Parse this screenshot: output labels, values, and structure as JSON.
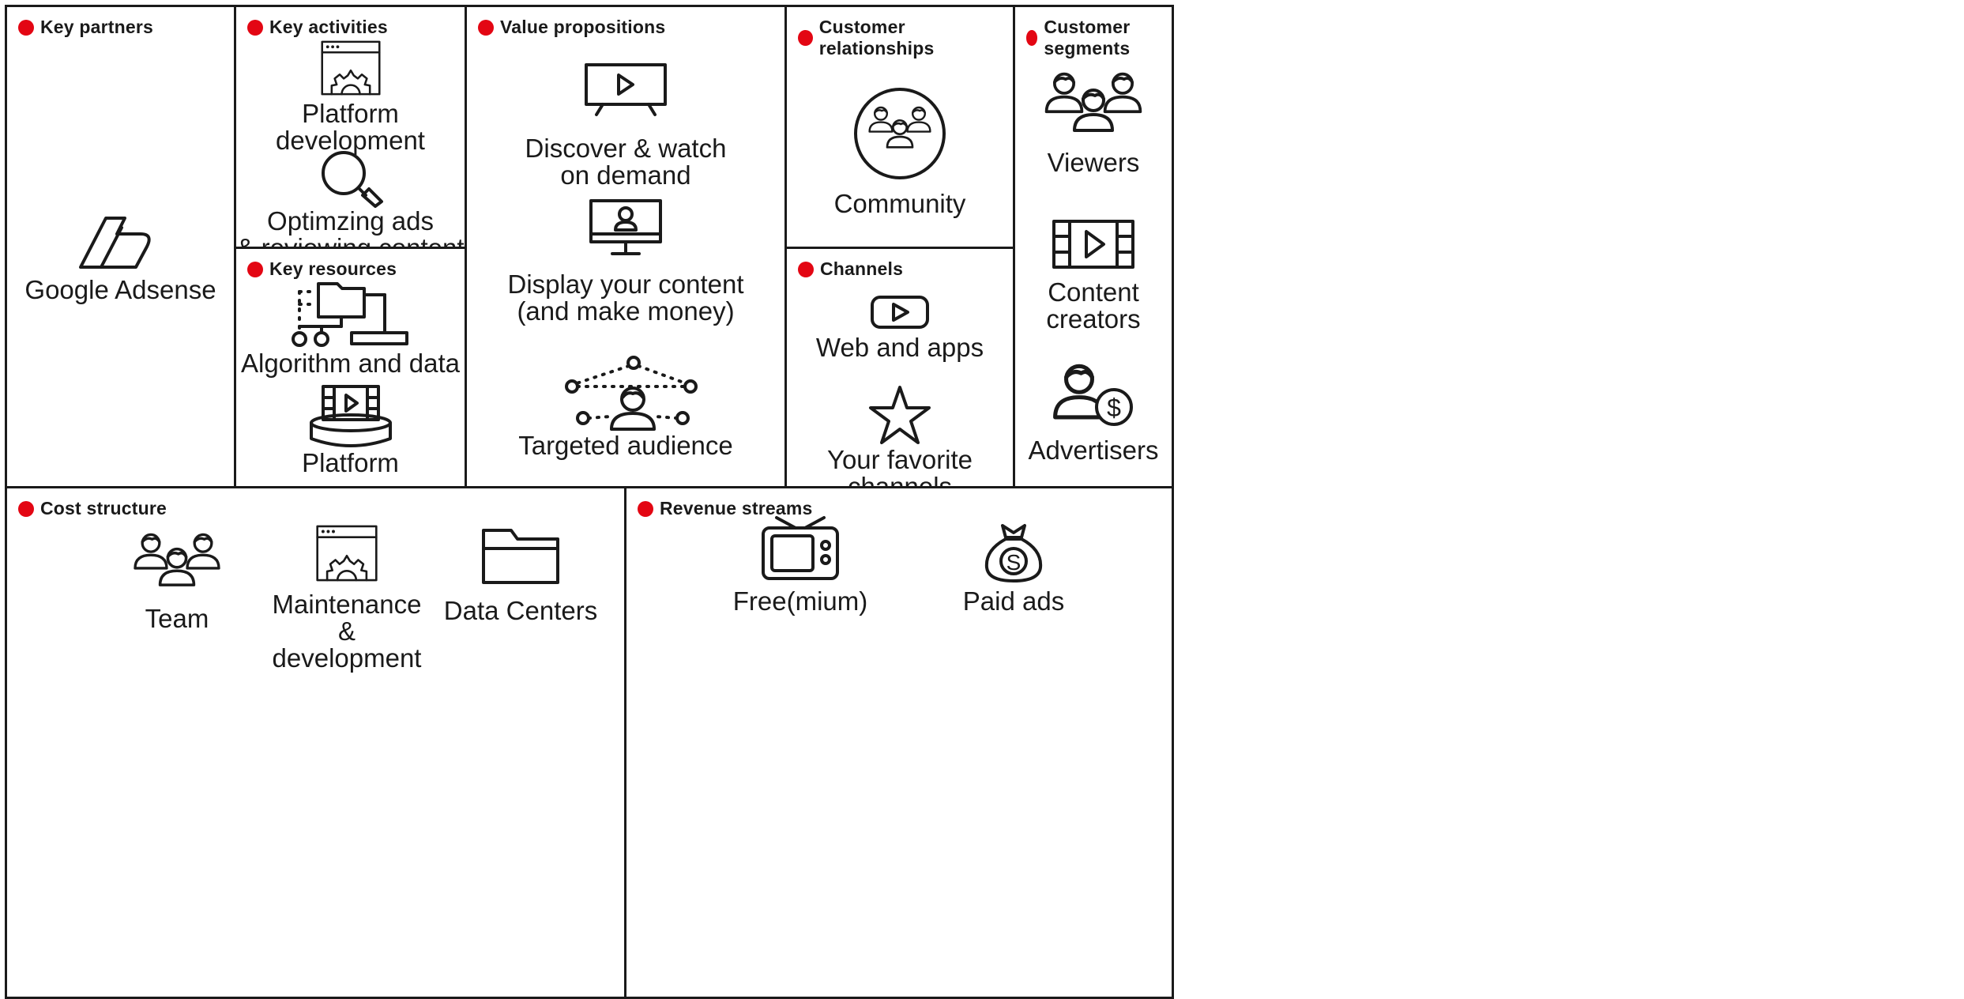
{
  "colors": {
    "accent": "#e30613",
    "ink": "#1a1a1a",
    "background": "#ffffff"
  },
  "blocks": {
    "key_partners": {
      "title": "Key partners",
      "items": [
        {
          "icon": "adsense-logo-icon",
          "label": "Google Adsense"
        }
      ]
    },
    "key_activities": {
      "title": "Key activities",
      "items": [
        {
          "icon": "browser-gear-icon",
          "label": "Platform\ndevelopment"
        },
        {
          "icon": "magnifier-icon",
          "label": "Optimzing ads\n& reviewing content"
        }
      ]
    },
    "key_resources": {
      "title": "Key resources",
      "items": [
        {
          "icon": "folder-tree-icon",
          "label": "Algorithm and data"
        },
        {
          "icon": "film-platform-icon",
          "label": "Platform"
        }
      ]
    },
    "value_propositions": {
      "title": "Value propositions",
      "items": [
        {
          "icon": "tv-play-icon",
          "label": "Discover & watch\non demand"
        },
        {
          "icon": "monitor-person-icon",
          "label": "Display your content\n(and make money)"
        },
        {
          "icon": "network-audience-icon",
          "label": "Targeted audience"
        }
      ]
    },
    "customer_relationships": {
      "title": "Customer relationships",
      "items": [
        {
          "icon": "community-circle-icon",
          "label": "Community"
        }
      ]
    },
    "channels": {
      "title": "Channels",
      "items": [
        {
          "icon": "play-button-icon",
          "label": "Web and apps"
        },
        {
          "icon": "star-icon",
          "label": "Your favorite channels"
        }
      ]
    },
    "customer_segments": {
      "title": "Customer segments",
      "items": [
        {
          "icon": "group-icon",
          "label": "Viewers"
        },
        {
          "icon": "film-play-icon",
          "label": "Content creators"
        },
        {
          "icon": "person-dollar-icon",
          "label": "Advertisers"
        }
      ]
    },
    "cost_structure": {
      "title": "Cost structure",
      "items": [
        {
          "icon": "team-icon",
          "label": "Team"
        },
        {
          "icon": "browser-gear-icon",
          "label": "Maintenance &\ndevelopment"
        },
        {
          "icon": "folder-icon",
          "label": "Data Centers"
        }
      ]
    },
    "revenue_streams": {
      "title": "Revenue streams",
      "items": [
        {
          "icon": "retro-tv-icon",
          "label": "Free(mium)"
        },
        {
          "icon": "money-bag-icon",
          "label": "Paid ads"
        }
      ]
    }
  }
}
